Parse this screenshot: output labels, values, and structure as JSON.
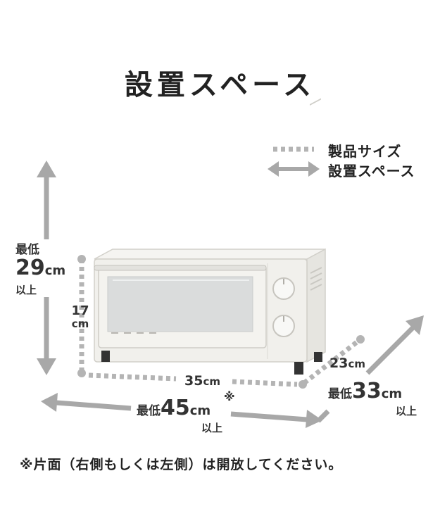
{
  "title": "設置スペース",
  "legend": {
    "product_size": "製品サイズ",
    "install_space": "設置スペース"
  },
  "dimensions": {
    "height_product": {
      "value": "17",
      "unit": "cm"
    },
    "width_product": {
      "value": "35",
      "unit": "cm"
    },
    "depth_product": {
      "value": "23",
      "unit": "cm"
    },
    "height_space": {
      "prefix": "最低",
      "value": "29",
      "unit": "cm",
      "suffix": "以上"
    },
    "width_space": {
      "prefix": "最低",
      "value": "45",
      "unit": "cm",
      "mark": "※",
      "suffix": "以上"
    },
    "depth_space": {
      "prefix": "最低",
      "value": "33",
      "unit": "cm",
      "suffix": "以上"
    }
  },
  "footnote": "※片面（右側もしくは左側）は開放してください。",
  "colors": {
    "arrow": "#a8a8a8",
    "dots": "#b4b4b4",
    "oven_body": "#f1f0ec",
    "oven_outline": "#d2d0ca",
    "window": "#dadcdc"
  }
}
